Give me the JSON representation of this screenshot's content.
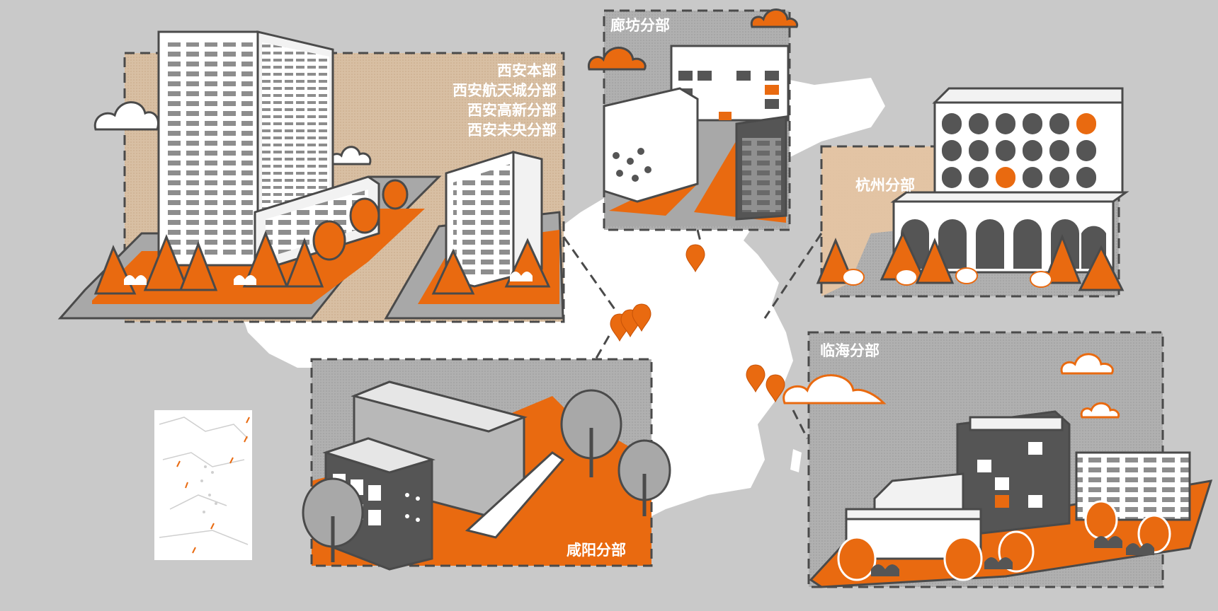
{
  "branches": {
    "xian_group": {
      "names": [
        "西安本部",
        "西安航天城分部",
        "西安高新分部",
        "西安未央分部"
      ]
    },
    "langfang": {
      "name": "廊坊分部"
    },
    "hangzhou": {
      "name": "杭州分部"
    },
    "linhai": {
      "name": "临海分部"
    },
    "xianyang": {
      "name": "咸阳分部"
    }
  },
  "colors": {
    "background": "#c9c9c9",
    "map_land": "#ffffff",
    "accent_orange": "#e96a10",
    "dark_gray": "#555555",
    "panel_beige": "#d9bfa3",
    "panel_gray": "#a8a8a8"
  },
  "icons": {
    "location_pin": "location-pin-icon",
    "cloud": "cloud-icon",
    "tree": "tree-icon"
  }
}
